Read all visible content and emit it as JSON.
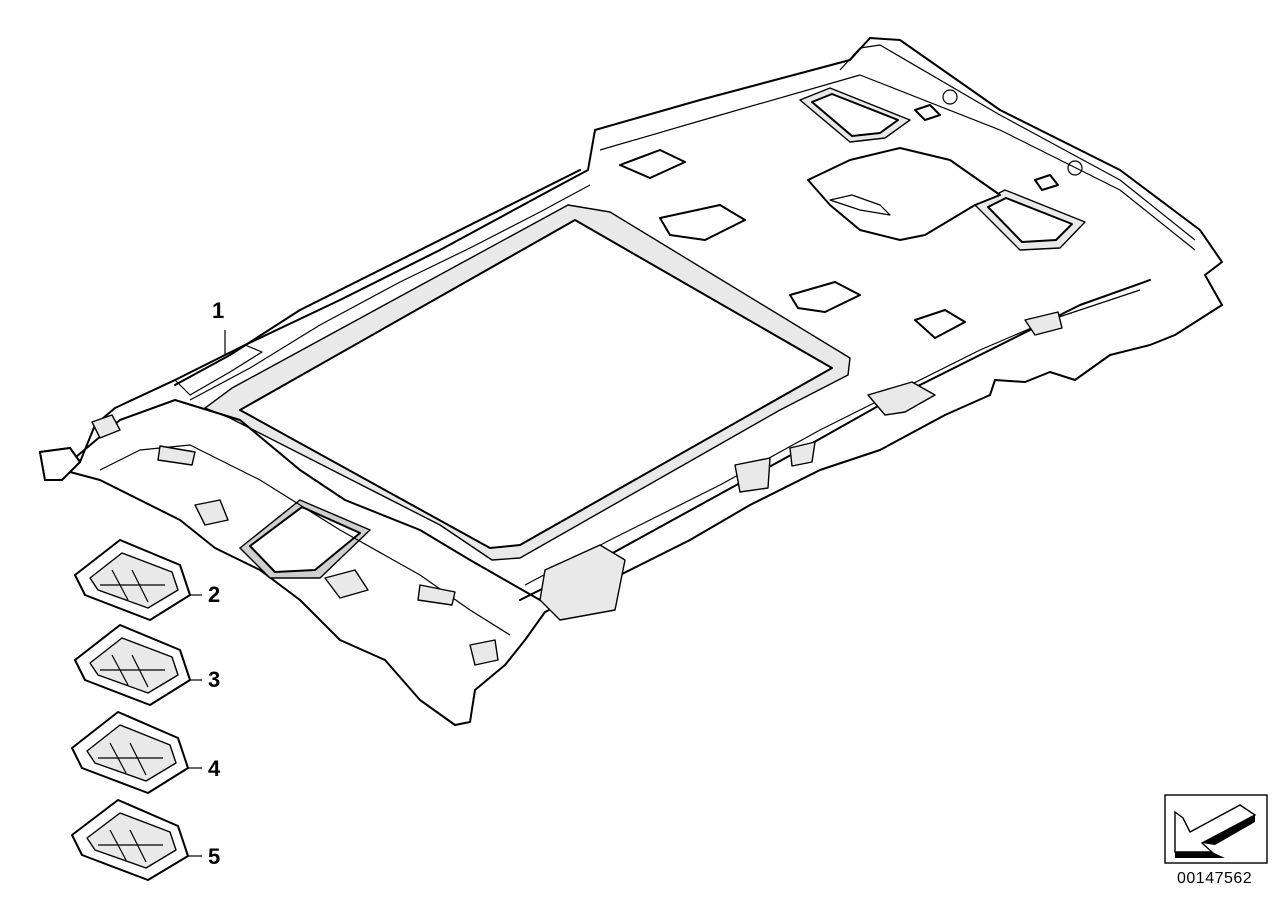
{
  "diagram": {
    "parts": [
      {
        "number": "1",
        "part": "headliner",
        "icon": "headliner-icon"
      },
      {
        "number": "2",
        "part": "grab-handle-trim",
        "icon": "trim-cover-icon"
      },
      {
        "number": "3",
        "part": "grab-handle-trim",
        "icon": "trim-cover-icon"
      },
      {
        "number": "4",
        "part": "grab-handle-trim",
        "icon": "trim-cover-icon"
      },
      {
        "number": "5",
        "part": "grab-handle-trim",
        "icon": "trim-cover-icon"
      }
    ],
    "diagram_id": "00147562",
    "orientation_icon": "front-arrow-icon",
    "colors": {
      "line": "#000000",
      "background": "#ffffff",
      "fill": "#e9e9e9"
    }
  }
}
